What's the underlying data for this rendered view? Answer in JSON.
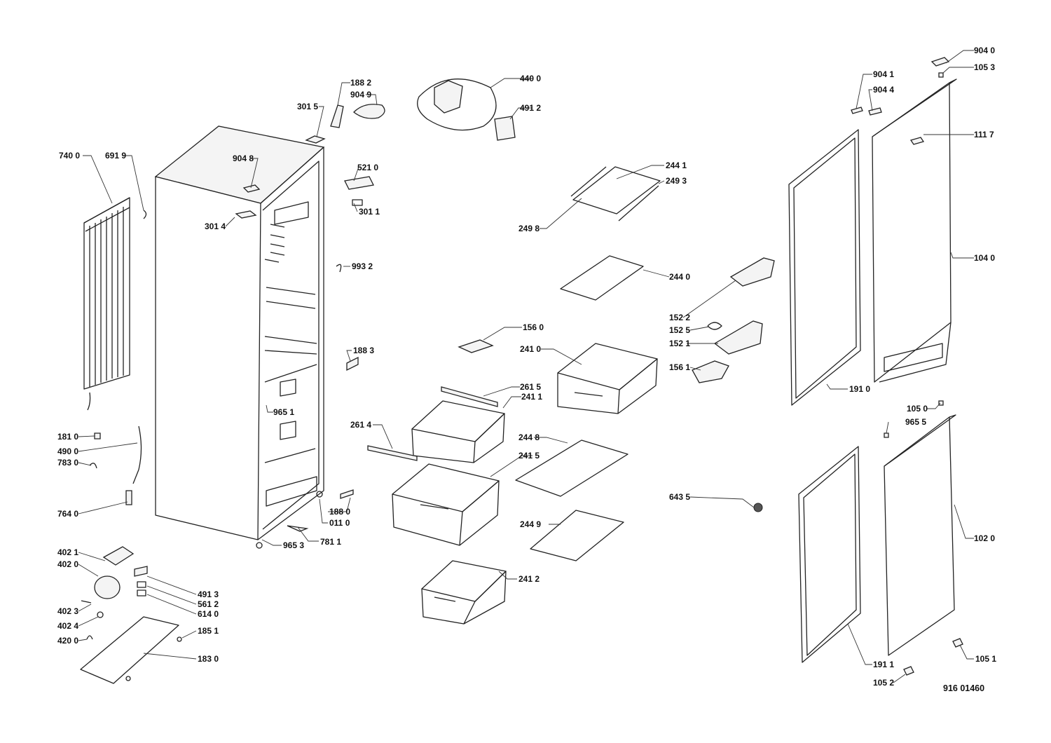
{
  "diagram_id": "916 01460",
  "labels": {
    "p9040": "904 0",
    "p1053": "105 3",
    "p9041": "904 1",
    "p9044": "904 4",
    "p1117": "111 7",
    "p4400": "440 0",
    "p4912": "491 2",
    "p1882": "188 2",
    "p9049": "904 9",
    "p3015": "301 5",
    "p7400": "740 0",
    "p6919": "691 9",
    "p9048": "904 8",
    "p5210": "521 0",
    "p3011": "301 1",
    "p3014": "301 4",
    "p2441": "244 1",
    "p2493": "249 3",
    "p2498": "249 8",
    "p9932": "993 2",
    "p1040": "104 0",
    "p2440": "244 0",
    "p1522": "152 2",
    "p1525": "152 5",
    "p1521": "152 1",
    "p1560": "156 0",
    "p2410": "241 0",
    "p1883": "188 3",
    "p1561": "156 1",
    "p2615": "261 5",
    "p2411": "241 1",
    "p1910": "191 0",
    "p9651": "965 1",
    "p2614": "261 4",
    "p1050": "105 0",
    "p9655": "965 5",
    "p1810": "181 0",
    "p4900": "490 0",
    "p7830": "783 0",
    "p2448": "244 8",
    "p2415": "241 5",
    "p6435": "643 5",
    "p7640": "764 0",
    "p1880": "188 0",
    "p0110": "011 0",
    "p2449": "244 9",
    "p1020": "102 0",
    "p9653": "965 3",
    "p7811": "781 1",
    "p4021": "402 1",
    "p4020": "402 0",
    "p2412": "241 2",
    "p4913": "491 3",
    "p5612": "561 2",
    "p6140": "614 0",
    "p4023": "402 3",
    "p4024": "402 4",
    "p1851": "185 1",
    "p4200": "420 0",
    "p1830": "183 0",
    "p1051": "105 1",
    "p1911": "191 1",
    "p1052": "105 2"
  }
}
